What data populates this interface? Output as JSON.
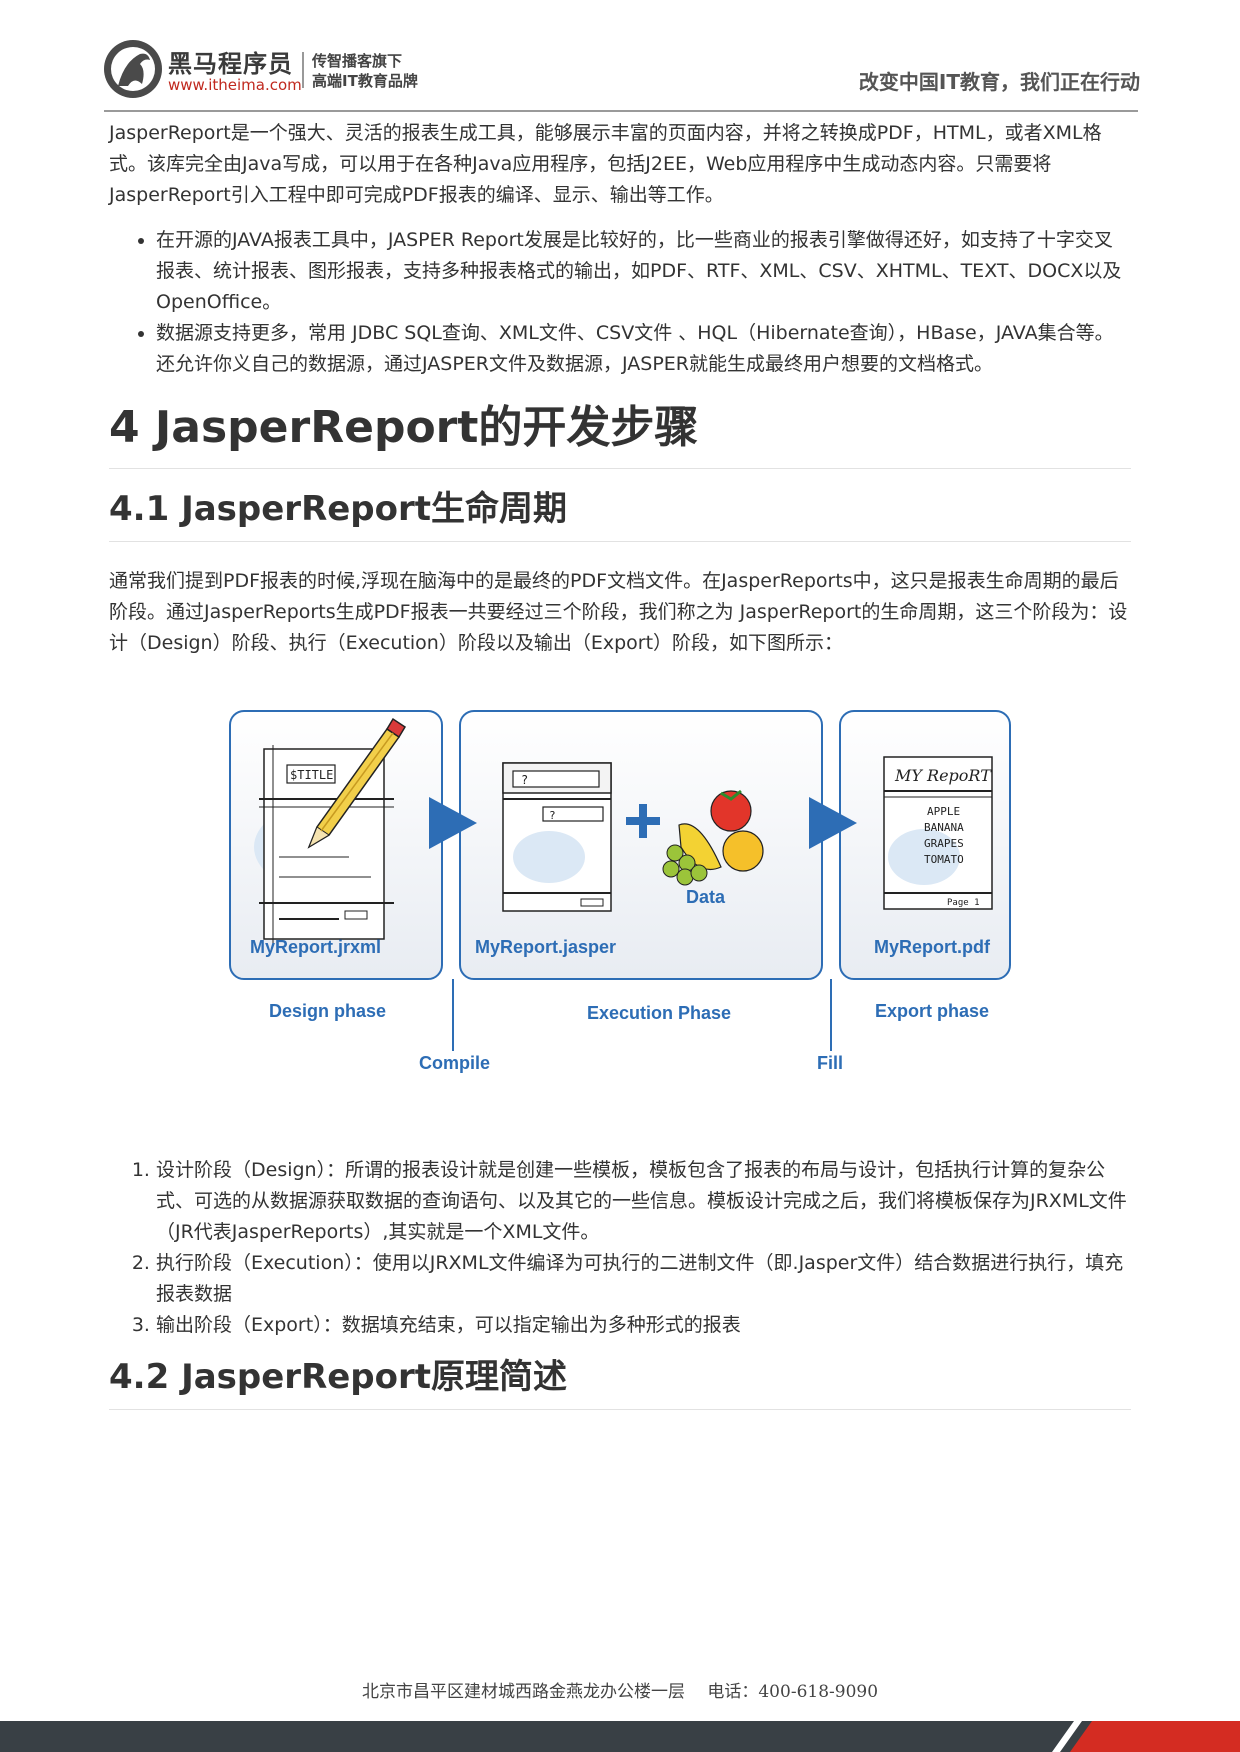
{
  "header": {
    "brand": "黑马程序员",
    "url": "www.itheima.com",
    "sub1": "传智播客旗下",
    "sub2": "高端IT教育品牌",
    "slogan": "改变中国IT教育，我们正在行动"
  },
  "intro": "JasperReport是一个强大、灵活的报表生成工具，能够展示丰富的页面内容，并将之转换成PDF，HTML，或者XML格式。该库完全由Java写成，可以用于在各种Java应用程序，包括J2EE，Web应用程序中生成动态内容。只需要将JasperReport引入工程中即可完成PDF报表的编译、显示、输出等工作。",
  "bullets": [
    "在开源的JAVA报表工具中，JASPER Report发展是比较好的，比一些商业的报表引擎做得还好，如支持了十字交叉报表、统计报表、图形报表，支持多种报表格式的输出，如PDF、RTF、XML、CSV、XHTML、TEXT、DOCX以及OpenOffice。",
    "数据源支持更多，常用 JDBC SQL查询、XML文件、CSV文件 、HQL（Hibernate查询），HBase，JAVA集合等。还允许你义自己的数据源，通过JASPER文件及数据源，JASPER就能生成最终用户想要的文档格式。"
  ],
  "h1": "4 JasperReport的开发步骤",
  "h2_1": "4.1 JasperReport生命周期",
  "lifecycle_text": "通常我们提到PDF报表的时候,浮现在脑海中的是最终的PDF文档文件。在JasperReports中，这只是报表生命周期的最后阶段。通过JasperReports生成PDF报表一共要经过三个阶段，我们称之为 JasperReport的生命周期，这三个阶段为：设计（Design）阶段、执行（Execution）阶段以及输出（Export）阶段，如下图所示：",
  "diagram": {
    "file_design": "MyReport.jrxml",
    "file_exec": "MyReport.jasper",
    "file_export": "MyReport.pdf",
    "data_label": "Data",
    "phase_design": "Design phase",
    "phase_exec": "Execution Phase",
    "phase_export": "Export phase",
    "compile": "Compile",
    "fill": "Fill",
    "sketch_title": "$TITLE",
    "sketch_q1": "?",
    "sketch_q2": "?",
    "report_title": "MY RepoRT",
    "report_items": [
      "APPLE",
      "BANANA",
      "GRAPES",
      "TOMATO"
    ],
    "report_page": "Page 1",
    "accent_color": "#2d6db5"
  },
  "steps": [
    "设计阶段（Design）：所谓的报表设计就是创建一些模板，模板包含了报表的布局与设计，包括执行计算的复杂公式、可选的从数据源获取数据的查询语句、以及其它的一些信息。模板设计完成之后，我们将模板保存为JRXML文件（JR代表JasperReports）,其实就是一个XML文件。",
    "执行阶段（Execution）：使用以JRXML文件编译为可执行的二进制文件（即.Jasper文件）结合数据进行执行，填充报表数据",
    "输出阶段（Export）：数据填充结束，可以指定输出为多种形式的报表"
  ],
  "h2_2": "4.2 JasperReport原理简述",
  "footer": "北京市昌平区建材城西路金燕龙办公楼一层　 电话：400-618-9090"
}
